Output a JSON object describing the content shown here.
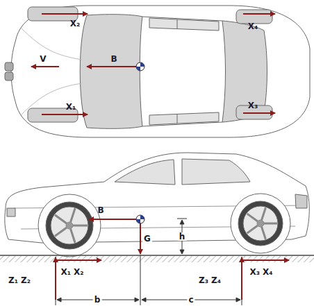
{
  "diagram": {
    "labels": [
      "X₂",
      "X₄",
      "V",
      "B",
      "X₁",
      "X₃",
      "B",
      "G",
      "h",
      "X₁ X₂",
      "X₃ X₄",
      "Z₁ Z₂",
      "Z₃ Z₄",
      "b",
      "c"
    ]
  }
}
